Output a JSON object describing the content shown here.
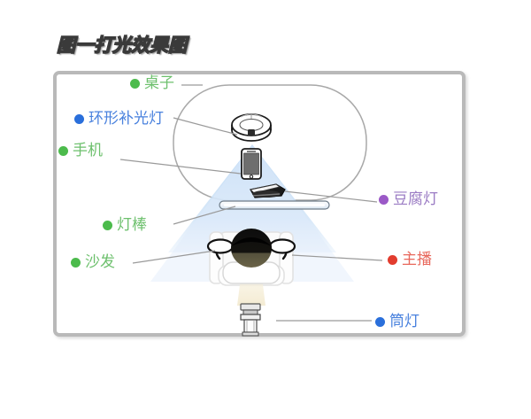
{
  "title": "图一打光效果图",
  "frame": {
    "border_color": "#b9b9b9"
  },
  "palette": {
    "green": "#4cbb4c",
    "green_text": "#6dc06d",
    "blue": "#2a6fdb",
    "blue_text": "#4a82de",
    "purple": "#9b59c7",
    "purple_text": "#9b7cc4",
    "red": "#e23c2e",
    "red_text": "#e8685c",
    "light_beam": "#cfe3f7",
    "warm_beam": "#f6f0dc",
    "line": "#9a9a9a"
  },
  "labels": [
    {
      "id": "table",
      "text": "桌子",
      "dot": "#4cbb4c",
      "color": "#6dc06d"
    },
    {
      "id": "ring",
      "text": "环形补光灯",
      "dot": "#2a6fdb",
      "color": "#4a82de"
    },
    {
      "id": "phone",
      "text": "手机",
      "dot": "#4cbb4c",
      "color": "#6dc06d"
    },
    {
      "id": "bar",
      "text": "灯棒",
      "dot": "#4cbb4c",
      "color": "#6dc06d"
    },
    {
      "id": "sofa",
      "text": "沙发",
      "dot": "#4cbb4c",
      "color": "#6dc06d"
    },
    {
      "id": "tofu",
      "text": "豆腐灯",
      "dot": "#9b59c7",
      "color": "#9b7cc4"
    },
    {
      "id": "host",
      "text": "主播",
      "dot": "#e23c2e",
      "color": "#e8685c"
    },
    {
      "id": "down",
      "text": "筒灯",
      "dot": "#2a6fdb",
      "color": "#4a82de"
    }
  ],
  "scene": {
    "table_label": "table-outline",
    "ring_light_label": "ring-light",
    "phone_label": "phone",
    "tofu_light_label": "tofu-light",
    "light_bar_label": "light-bar",
    "sofa_label": "sofa",
    "host_label": "host-person",
    "downlight_label": "downlight",
    "beam_label": "light-beam"
  }
}
